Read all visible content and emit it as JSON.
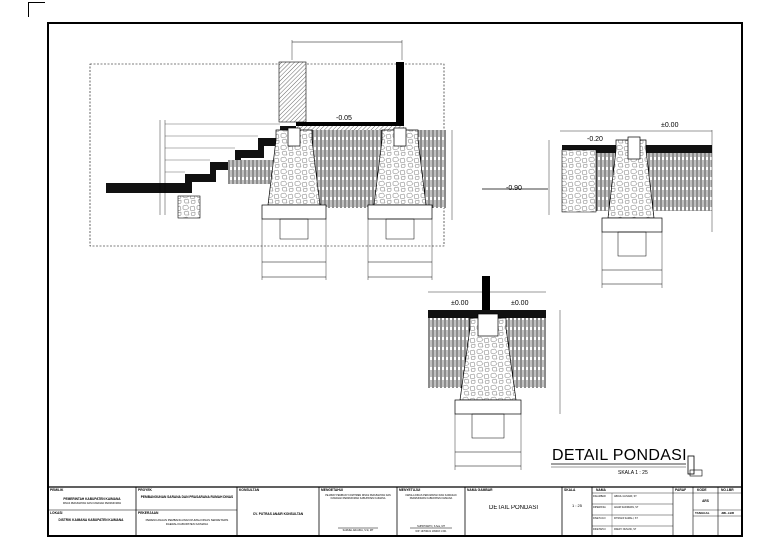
{
  "levels": {
    "a": "-0.05",
    "b": "-0.20",
    "c": "±0.00",
    "d": "-0.90",
    "e": "±0.00",
    "f": "±0.00"
  },
  "drawing_title": {
    "main": "DETAIL PONDASI",
    "scale": "SKALA  1 : 25"
  },
  "title_block": {
    "pemilik_label": "PEMILIK",
    "pemilik_value": "PEMERINTAH KABUPATEN KAIMANA",
    "pemilik_sub": "DINAS PERUMAHAN DAN KAWASAN PERMUKIMAN",
    "proyek_label": "PROYEK",
    "proyek_value": "PEMBANGUNAN SARANA DAN PRASARANA RUMAH DINAS",
    "konsultan_label": "KONSULTAN",
    "konsultan_value": "CV. PUTRAS ANAIR KONSULTAN",
    "mengetahui_label": "MENGETAHUI",
    "mengetahui_value": "PEJABAT PEMBUAT KOMITMEN DINAS PERUMAHAN DAN KAWASAN PERMUKIMAN KABUPATEN KAIMANA",
    "mengetahui_name": "SAMUEL ARAUNA, S.Si, MT",
    "menyetujui_label": "MENYETUJUI",
    "menyetujui_value": "KEPALA DINAS PERUMAHAN DAN KAWASAN PERMUKIMAN KABUPATEN KAIMANA",
    "menyetujui_name": "SUPRIYANTO, S.Sos, MT",
    "menyetujui_nip": "NIP. 19700101 199003 1 001",
    "lokasi_label": "LOKASI",
    "lokasi_value": "DISTRIK KAIMANA KABUPATEN KAIMANA",
    "pekerjaan_label": "PEKERJAAN",
    "pekerjaan_value": "PERENCANAAN PEMBANGUNAN RUMAH DINAS SEKRETARIS DAERAH KABUPATEN KAIMANA",
    "nama_gambar_label": "NAMA GAMBAR",
    "nama_gambar_value": "DETAIL PONDASI",
    "skala_label": "SKALA",
    "skala_value": "1 : 25",
    "nama_label": "NAMA",
    "paraf_label": "PARAF",
    "kode_label": "KODE",
    "no_lbr_label": "NO.LBR",
    "kode_value": "ARS",
    "tanggal_label": "TANGGAL",
    "jml_lbr_label": "JML.LBR",
    "rows": [
      {
        "role": "DIGAMBAR",
        "name": "ABDUL GUNAWI, ST"
      },
      {
        "role": "DIPERIKSA",
        "name": "ADAM SAFIRMAN, ST"
      },
      {
        "role": "DISETUJUI",
        "name": "FITRIANI SAMALI, ST"
      },
      {
        "role": "DIKETAHUI",
        "name": "FREDY NUNUSI, ST"
      }
    ]
  }
}
